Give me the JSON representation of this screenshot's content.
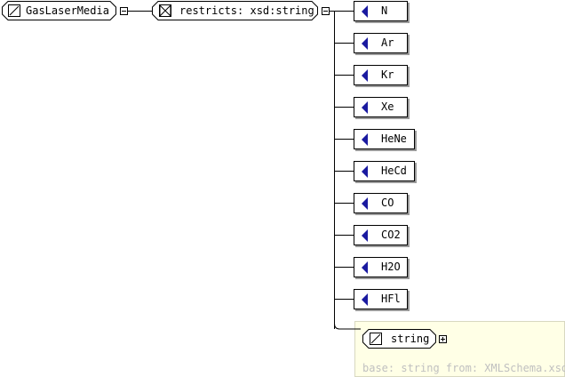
{
  "root": {
    "name": "GasLaserMedia"
  },
  "restriction": {
    "label": "restricts: xsd:string"
  },
  "enumerations": [
    "N",
    "Ar",
    "Kr",
    "Xe",
    "HeNe",
    "HeCd",
    "CO",
    "CO2",
    "H2O",
    "HFl"
  ],
  "base_type": {
    "name": "string",
    "caption": "base: string from: XMLSchema.xsd"
  }
}
